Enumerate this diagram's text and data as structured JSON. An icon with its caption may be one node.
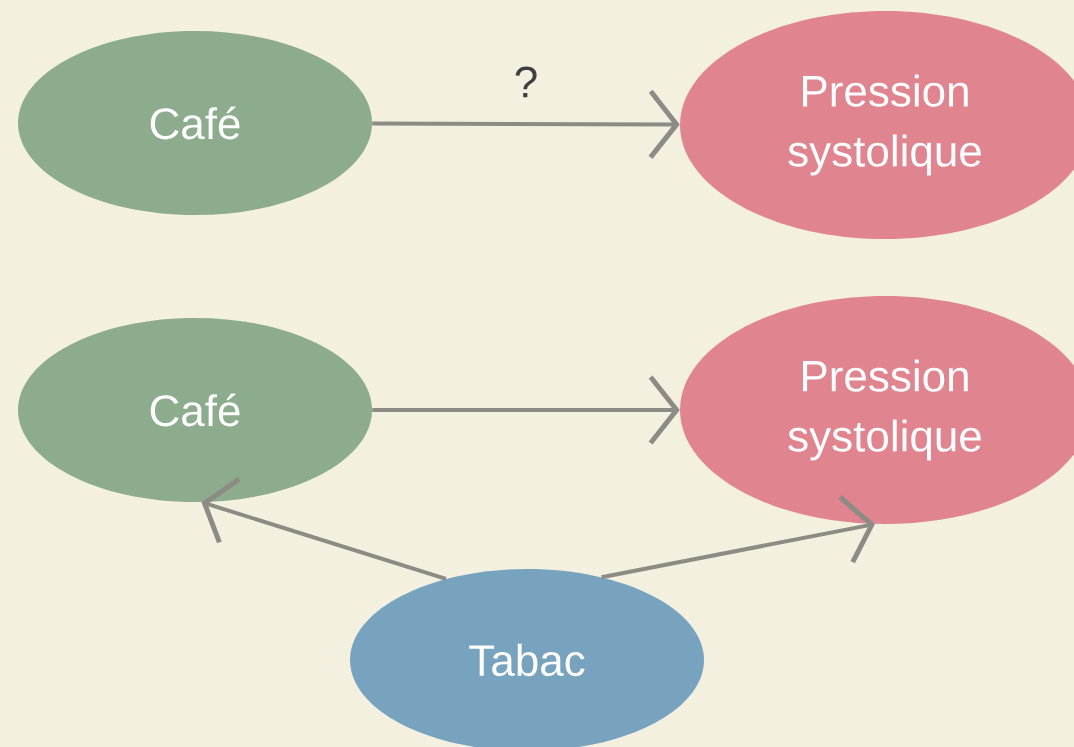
{
  "diagram": {
    "nodes": [
      {
        "text": [
          "Café"
        ]
      },
      {
        "text": [
          "Pression systolique"
        ]
      },
      {
        "text": [
          "Café"
        ]
      },
      {
        "text": [
          "Pression systolique"
        ]
      },
      {
        "text": [
          "Tabac"
        ]
      }
    ],
    "edges": [
      {
        "from": 0,
        "to": 1,
        "arrow": "to",
        "label": "?"
      },
      {
        "from": 2,
        "to": 3,
        "arrow": "to"
      },
      {
        "from": 4,
        "to": 2,
        "arrow": "to"
      },
      {
        "from": 4,
        "to": 3,
        "arrow": "to"
      }
    ]
  }
}
